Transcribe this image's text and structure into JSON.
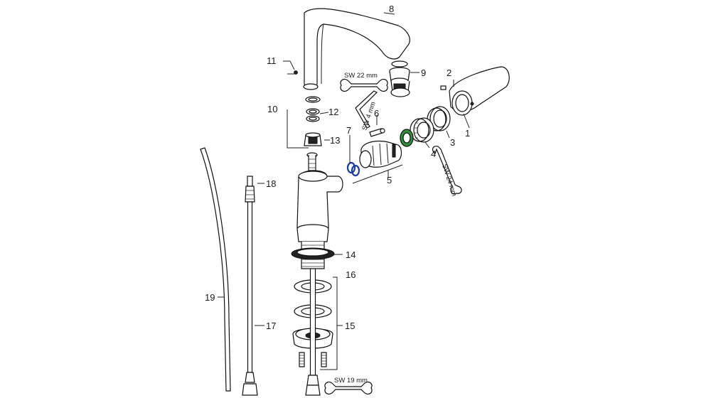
{
  "labels": {
    "p1": "1",
    "p2": "2",
    "p3": "3",
    "p4": "4",
    "p5": "5",
    "p6": "6",
    "p7": "7",
    "p8": "8",
    "p9": "9",
    "p10": "10",
    "p11": "11",
    "p12": "12",
    "p13": "13",
    "p14": "14",
    "p15": "15",
    "p16": "16",
    "p17": "17",
    "p18": "18",
    "p19": "19"
  },
  "wrench_sizes": {
    "sw22": "SW 22 mm",
    "sw4": "SW 4 mm",
    "sw24": "SW 24 mm",
    "sw19": "SW 19 mm"
  },
  "icons": [
    "open-end-wrench-icon",
    "hex-key-icon"
  ]
}
